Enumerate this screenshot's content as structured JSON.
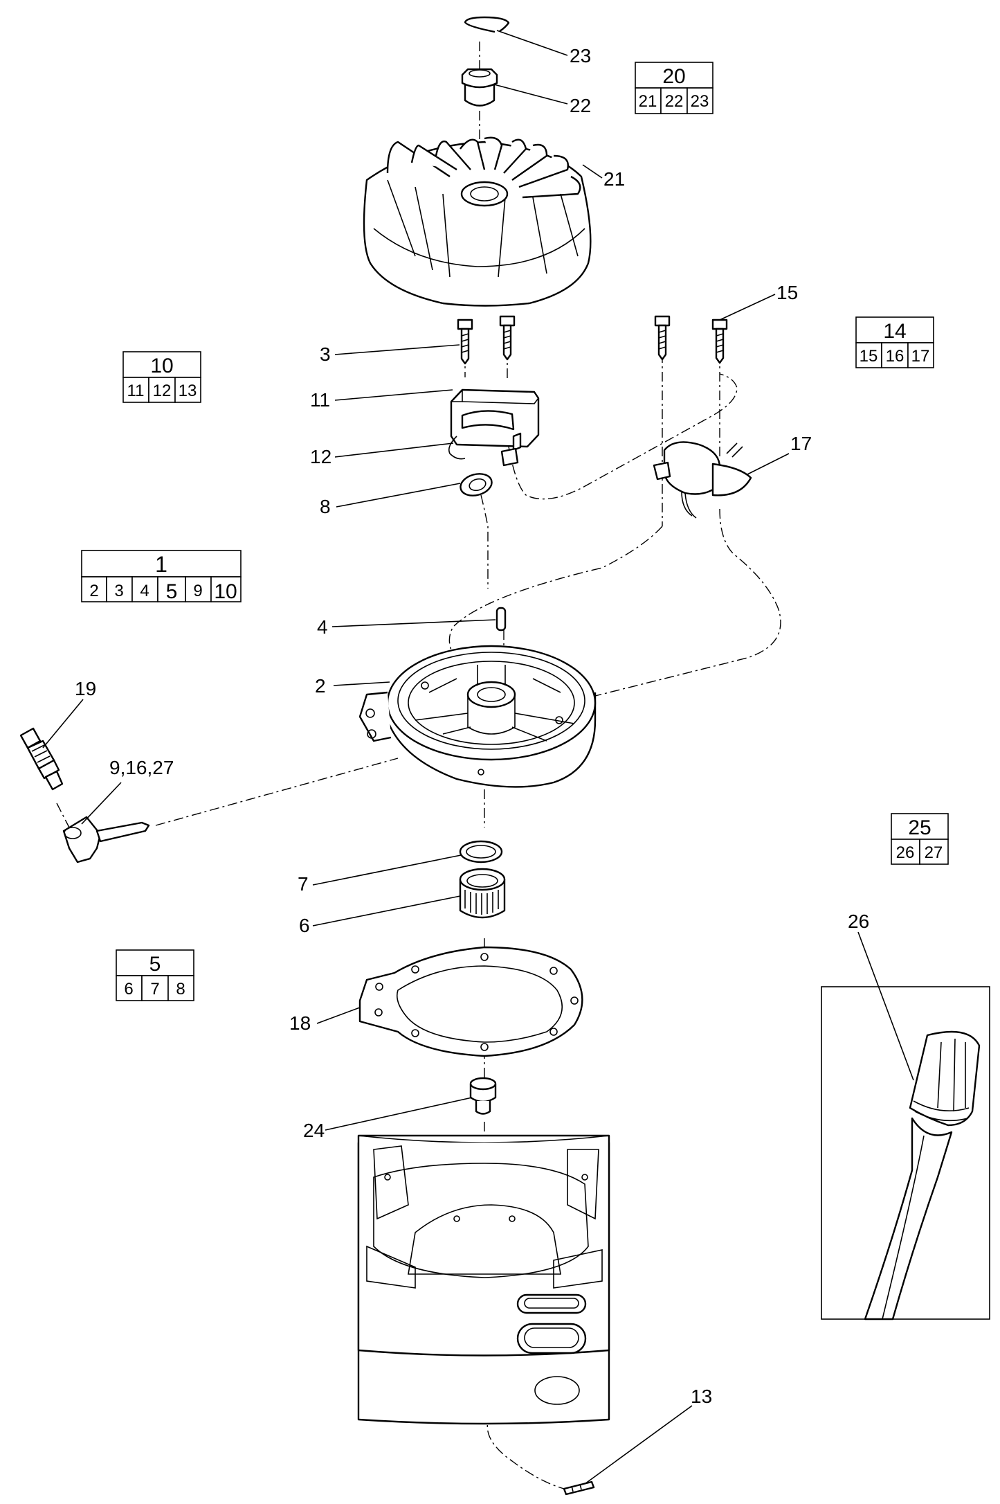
{
  "callouts": [
    {
      "id": "c23",
      "text": "23"
    },
    {
      "id": "c22",
      "text": "22"
    },
    {
      "id": "c21",
      "text": "21"
    },
    {
      "id": "c15",
      "text": "15"
    },
    {
      "id": "c3",
      "text": "3"
    },
    {
      "id": "c11",
      "text": "11"
    },
    {
      "id": "c12",
      "text": "12"
    },
    {
      "id": "c17",
      "text": "17"
    },
    {
      "id": "c8",
      "text": "8"
    },
    {
      "id": "c4",
      "text": "4"
    },
    {
      "id": "c2",
      "text": "2"
    },
    {
      "id": "c19",
      "text": "19"
    },
    {
      "id": "c9_16_27",
      "text": "9,16,27"
    },
    {
      "id": "c7",
      "text": "7"
    },
    {
      "id": "c6",
      "text": "6"
    },
    {
      "id": "c18",
      "text": "18"
    },
    {
      "id": "c24",
      "text": "24"
    },
    {
      "id": "c26",
      "text": "26"
    },
    {
      "id": "c13",
      "text": "13"
    }
  ],
  "kit_tables": {
    "kit20": {
      "main": "20",
      "items": [
        "21",
        "22",
        "23"
      ]
    },
    "kit14": {
      "main": "14",
      "items": [
        "15",
        "16",
        "17"
      ]
    },
    "kit10": {
      "main": "10",
      "items": [
        "11",
        "12",
        "13"
      ]
    },
    "kit1": {
      "main": "1",
      "items": [
        "2",
        "3",
        "4",
        "5",
        "9",
        "10"
      ]
    },
    "kit25": {
      "main": "25",
      "items": [
        "26",
        "27"
      ]
    },
    "kit5": {
      "main": "5",
      "items": [
        "6",
        "7",
        "8"
      ]
    }
  }
}
